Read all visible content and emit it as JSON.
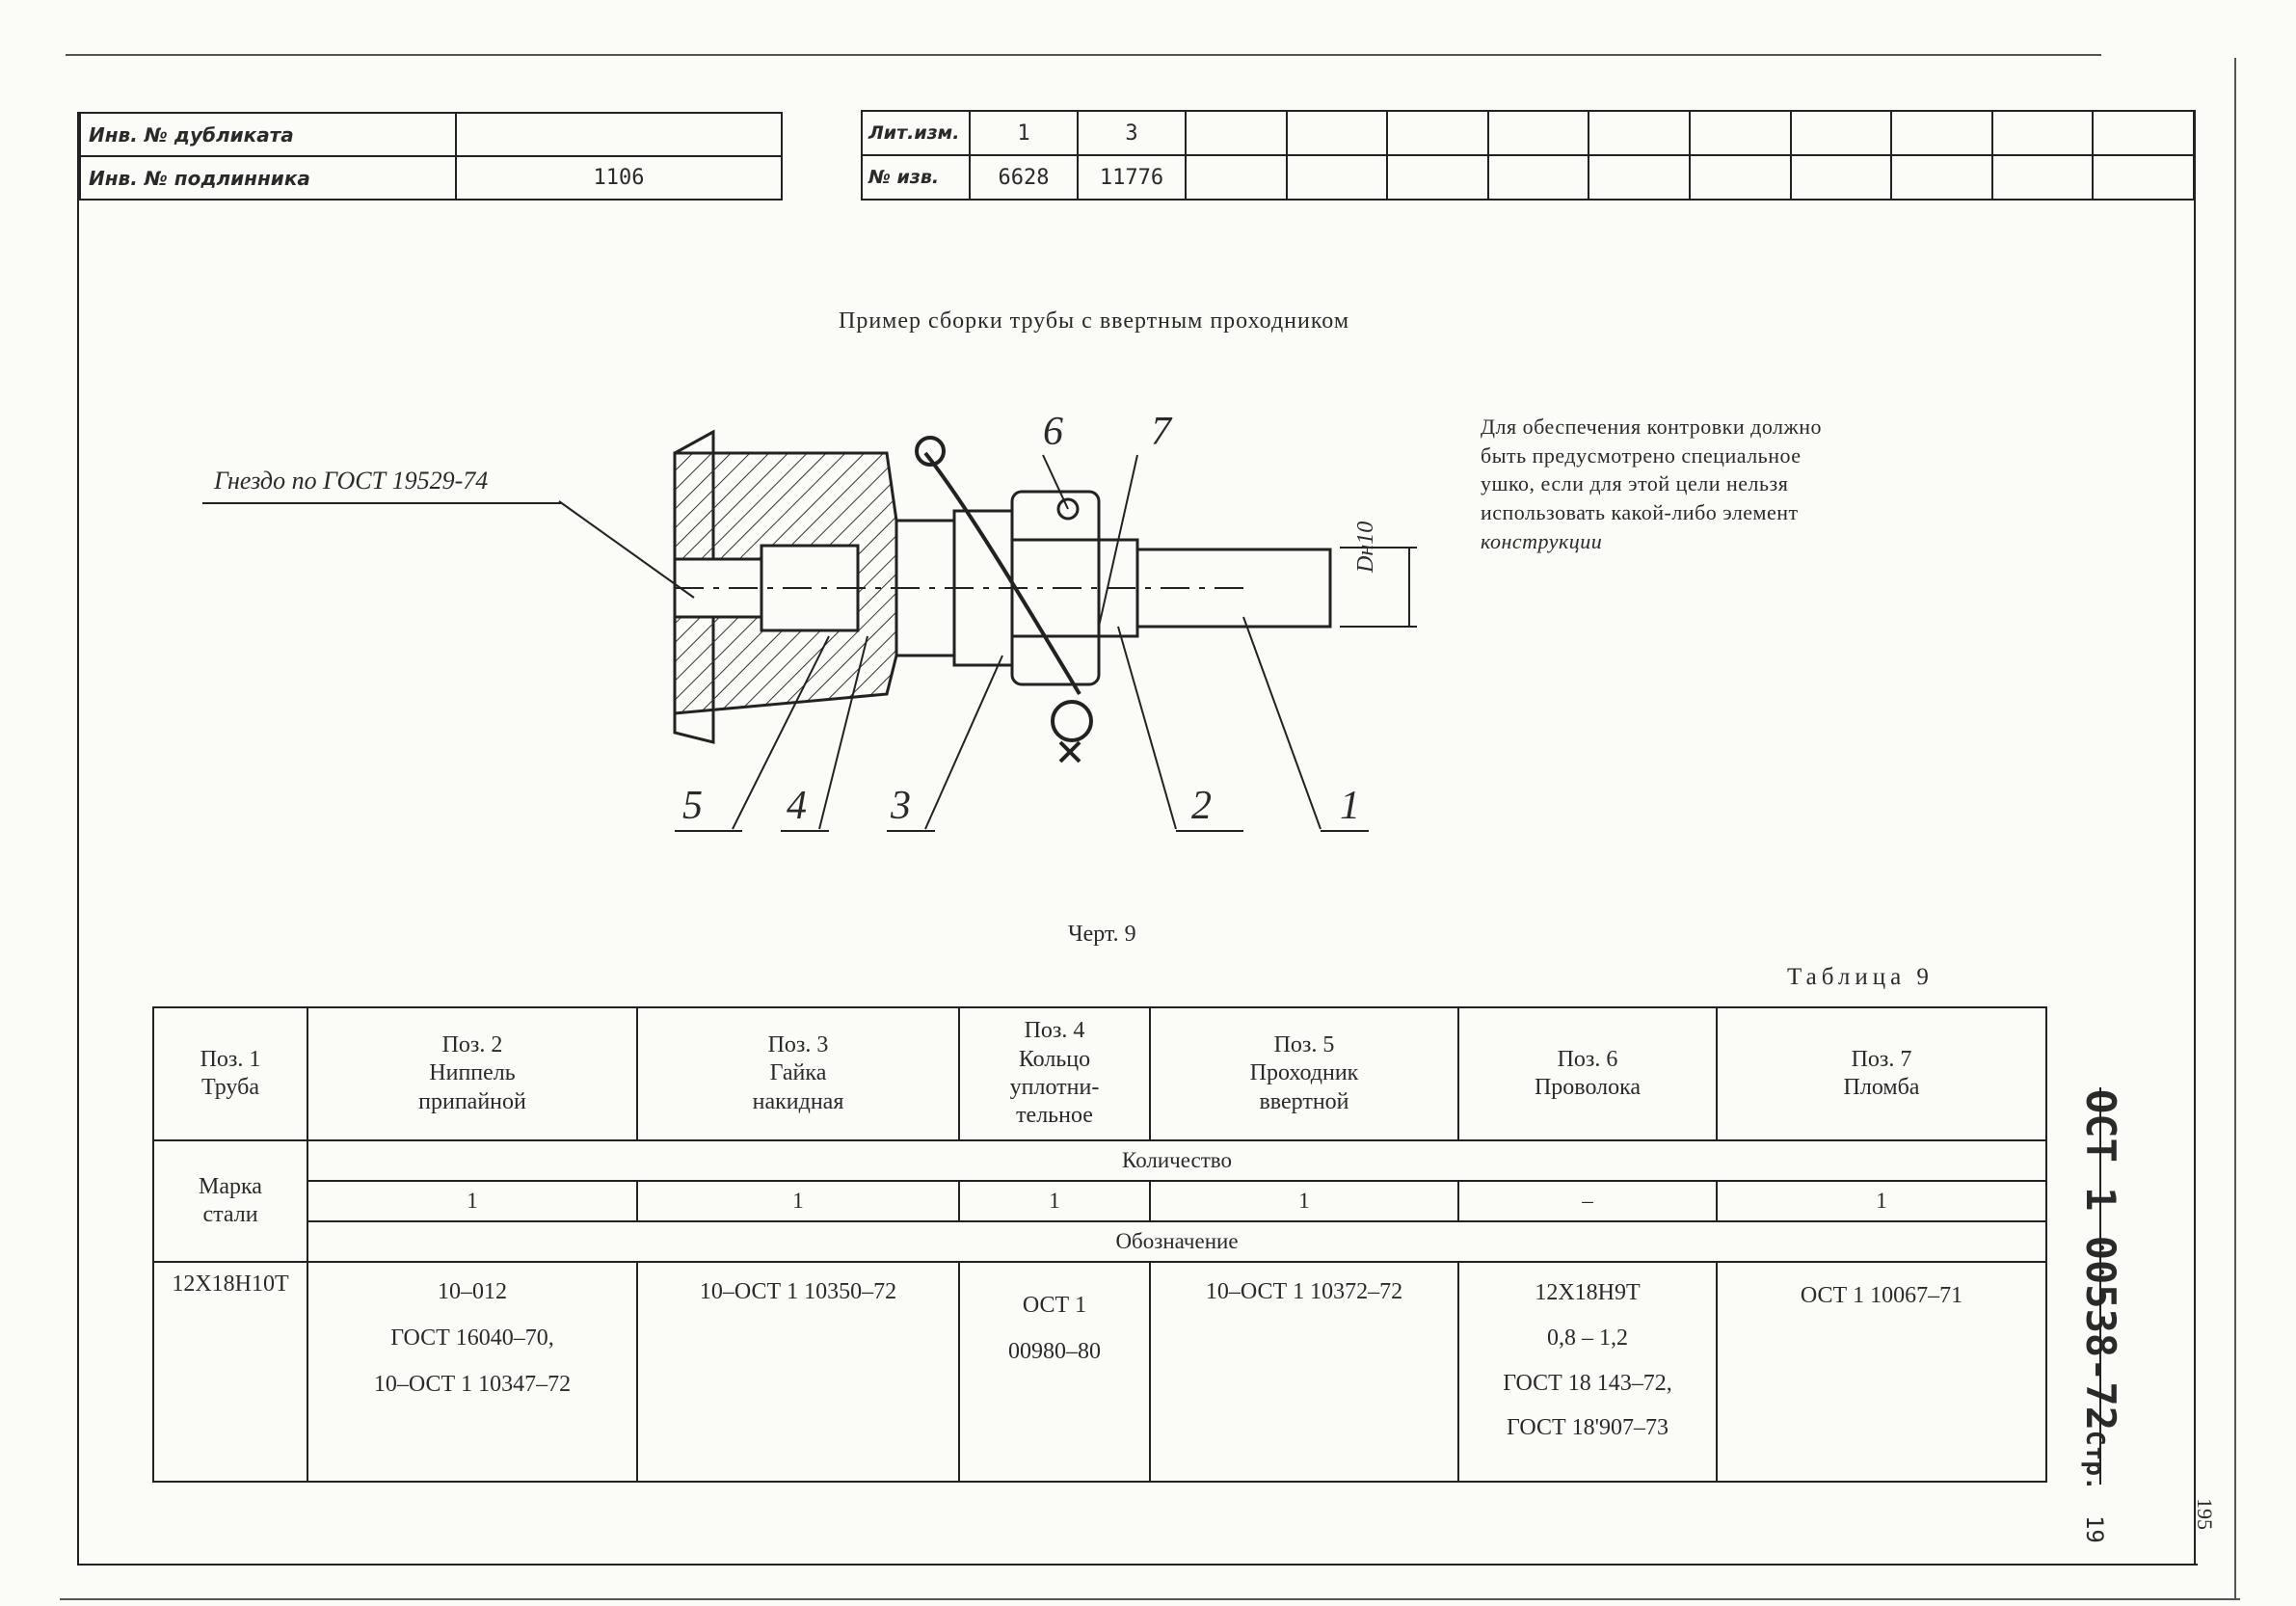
{
  "header_left": [
    {
      "label": "Инв. № дубликата",
      "value": ""
    },
    {
      "label": "Инв. № подлинника",
      "value": "1106"
    }
  ],
  "header_right": {
    "row1_label": "Лит.изм.",
    "row1_values": [
      "1",
      "3"
    ],
    "row2_label": "№ изв.",
    "row2_values": [
      "6628",
      "11776"
    ]
  },
  "figure": {
    "title": "Пример сборки трубы с ввертным проходником",
    "socket_label": "Гнездо по ГОСТ 19529-74",
    "dim_label": "Dн10",
    "callouts": [
      "1",
      "2",
      "3",
      "4",
      "5",
      "6",
      "7"
    ],
    "caption": "Черт. 9"
  },
  "note": {
    "lines": [
      "Для обеспечения контровки должно",
      "быть предусмотрено специальное",
      "ушко, если для этой цели нельзя",
      "использовать какой-либо элемент"
    ],
    "last_line": "конструкции"
  },
  "table": {
    "title": "Таблица 9",
    "headers": [
      [
        "Поз. 1",
        "Труба"
      ],
      [
        "Поз. 2",
        "Ниппель",
        "припайной"
      ],
      [
        "Поз. 3",
        "Гайка",
        "накидная"
      ],
      [
        "Поз. 4",
        "Кольцо",
        "уплотни-",
        "тельное"
      ],
      [
        "Поз. 5",
        "Проходник",
        "ввертной"
      ],
      [
        "Поз. 6",
        "Проволока"
      ],
      [
        "Поз. 7",
        "Пломба"
      ]
    ],
    "steel_label": [
      "Марка",
      "стали"
    ],
    "quantity_label": "Количество",
    "quantities": [
      "1",
      "1",
      "1",
      "1",
      "–",
      "1"
    ],
    "designation_label": "Обозначение",
    "data": [
      [
        "12Х18Н10Т"
      ],
      [
        "10–012",
        "ГОСТ 16040–70,",
        "10–ОСТ 1 10347–72"
      ],
      [
        "10–ОСТ 1 10350–72"
      ],
      [
        "ОСТ 1",
        "00980–80"
      ],
      [
        "10–ОСТ 1 10372–72"
      ],
      [
        "12Х18Н9Т",
        "0,8 – 1,2",
        "ГОСТ 18 143–72,",
        "ГОСТ 18'907–73"
      ],
      [
        "ОСТ 1 10067–71"
      ]
    ]
  },
  "side": {
    "doc_code": "ОСТ 1 00538-72",
    "page_label": "Стр.",
    "page_num": "19",
    "sheet_num": "195"
  }
}
